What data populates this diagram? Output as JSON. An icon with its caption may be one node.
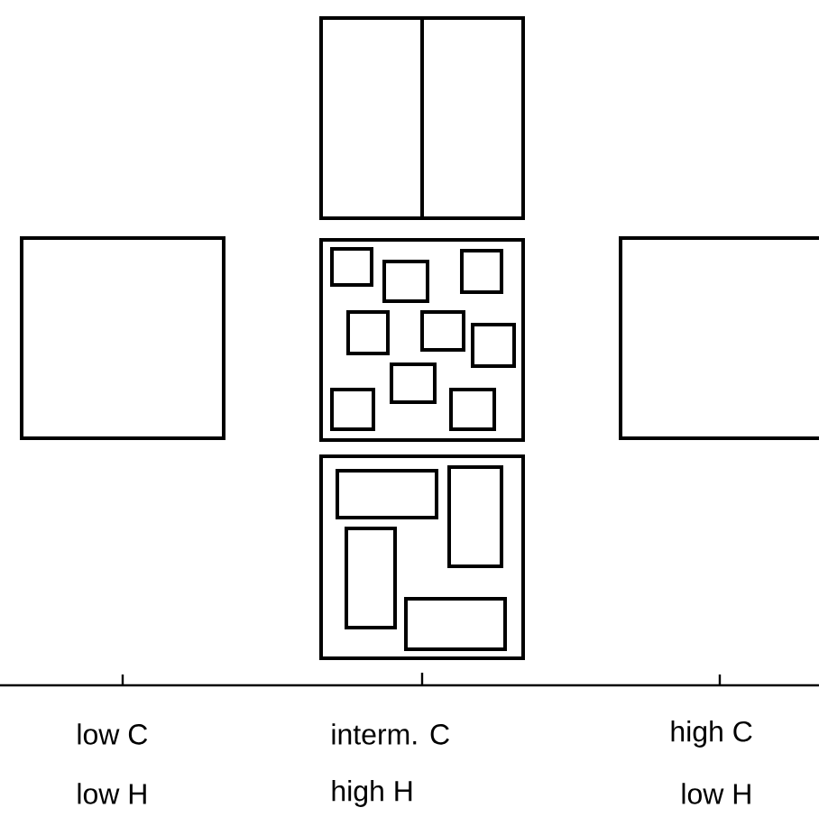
{
  "diagram": {
    "labels": [
      "low C",
      "interm. C",
      "high C",
      "low H",
      "high H",
      "low H"
    ]
  }
}
